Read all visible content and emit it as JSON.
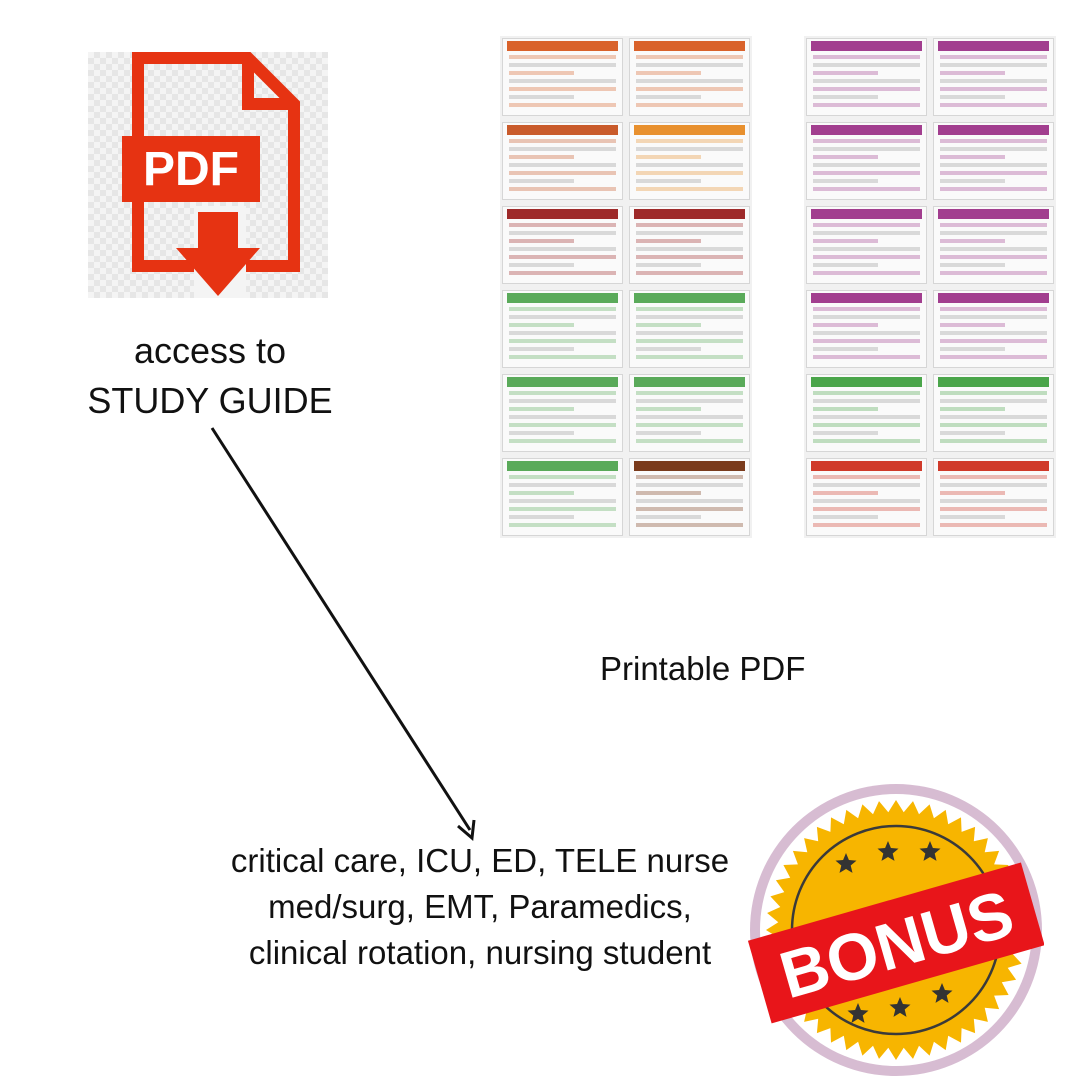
{
  "pdf_icon": {
    "label": "PDF",
    "icon": "pdf-download-icon",
    "color": "#e63312"
  },
  "access_caption": {
    "line1": "access to",
    "line2": "STUDY GUIDE"
  },
  "printable_label": "Printable PDF",
  "audience": {
    "line1": "critical care, ICU, ED, TELE nurse",
    "line2": "med/surg, EMT, Paramedics,",
    "line3": "clinical rotation, nursing student"
  },
  "bonus": {
    "label": "BONUS",
    "ribbon_color": "#e8151a",
    "badge_color": "#f7b500",
    "ring_color": "#d7bcd2"
  },
  "thumbnails": {
    "left_accents": [
      "#d9622b",
      "#d9622b",
      "#c95a2a",
      "#e8902e",
      "#9e2a2a",
      "#9e2a2a",
      "#5aaa5a",
      "#5aaa5a",
      "#5aaa5a",
      "#5aaa5a",
      "#5aaa5a",
      "#7a3b1c"
    ],
    "right_accents": [
      "#a23e8f",
      "#a23e8f",
      "#a23e8f",
      "#a23e8f",
      "#a23e8f",
      "#a23e8f",
      "#a23e8f",
      "#a23e8f",
      "#4aa54a",
      "#4aa54a",
      "#d03a2a",
      "#d03a2a"
    ]
  }
}
